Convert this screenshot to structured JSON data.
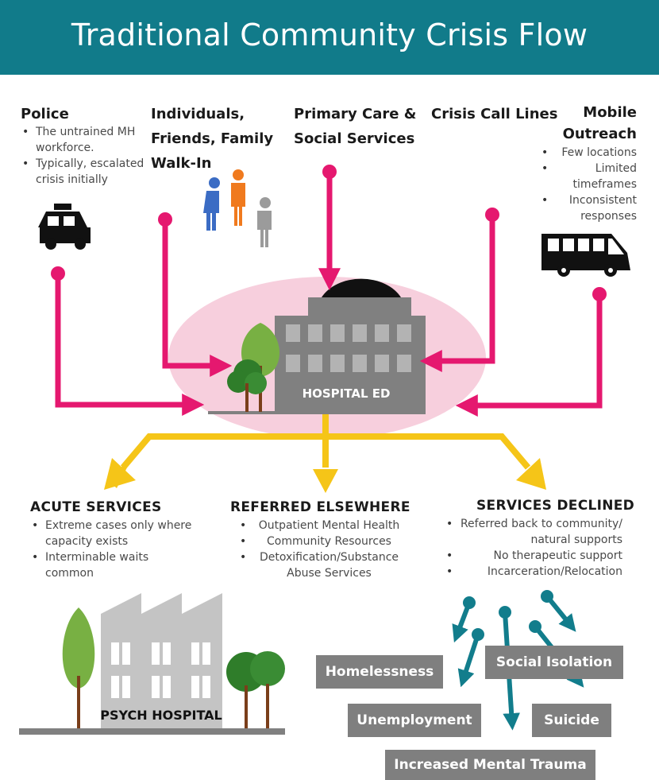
{
  "title": "Traditional Community Crisis Flow",
  "sources": {
    "police": {
      "title": "Police",
      "bullets": [
        "The untrained MH workforce.",
        "Typically, escalated crisis initially"
      ]
    },
    "individuals": {
      "title": "Individuals,\nFriends, Family\nWalk-In"
    },
    "primary_care": {
      "title": "Primary Care &\nSocial Services"
    },
    "crisis_lines": {
      "title": "Crisis Call Lines"
    },
    "mobile": {
      "title": "Mobile\nOutreach",
      "bullets": [
        "Few locations",
        "Limited timeframes",
        "Inconsistent responses"
      ]
    }
  },
  "hub": {
    "label": "HOSPITAL ED"
  },
  "outcomes": {
    "acute": {
      "title": "ACUTE SERVICES",
      "bullets": [
        "Extreme cases only where capacity exists",
        "Interminable waits common"
      ]
    },
    "referred": {
      "title": "REFERRED ELSEWHERE",
      "bullets": [
        "Outpatient Mental Health",
        "Community Resources",
        "Detoxification/Substance Abuse Services"
      ]
    },
    "declined": {
      "title": "SERVICES DECLINED",
      "bullets": [
        "Referred back to community/ natural supports",
        "No therapeutic support",
        "Incarceration/Relocation"
      ]
    }
  },
  "psych_hospital": {
    "label": "PSYCH HOSPITAL"
  },
  "consequences": [
    "Homelessness",
    "Social Isolation",
    "Unemployment",
    "Suicide",
    "Increased Mental Trauma"
  ],
  "colors": {
    "header": "#117b8a",
    "inflow": "#e5186f",
    "outflow": "#f5c518",
    "consequence": "#127d8c",
    "hospital": "#7f7f7f",
    "halo": "#f7cfdd"
  }
}
